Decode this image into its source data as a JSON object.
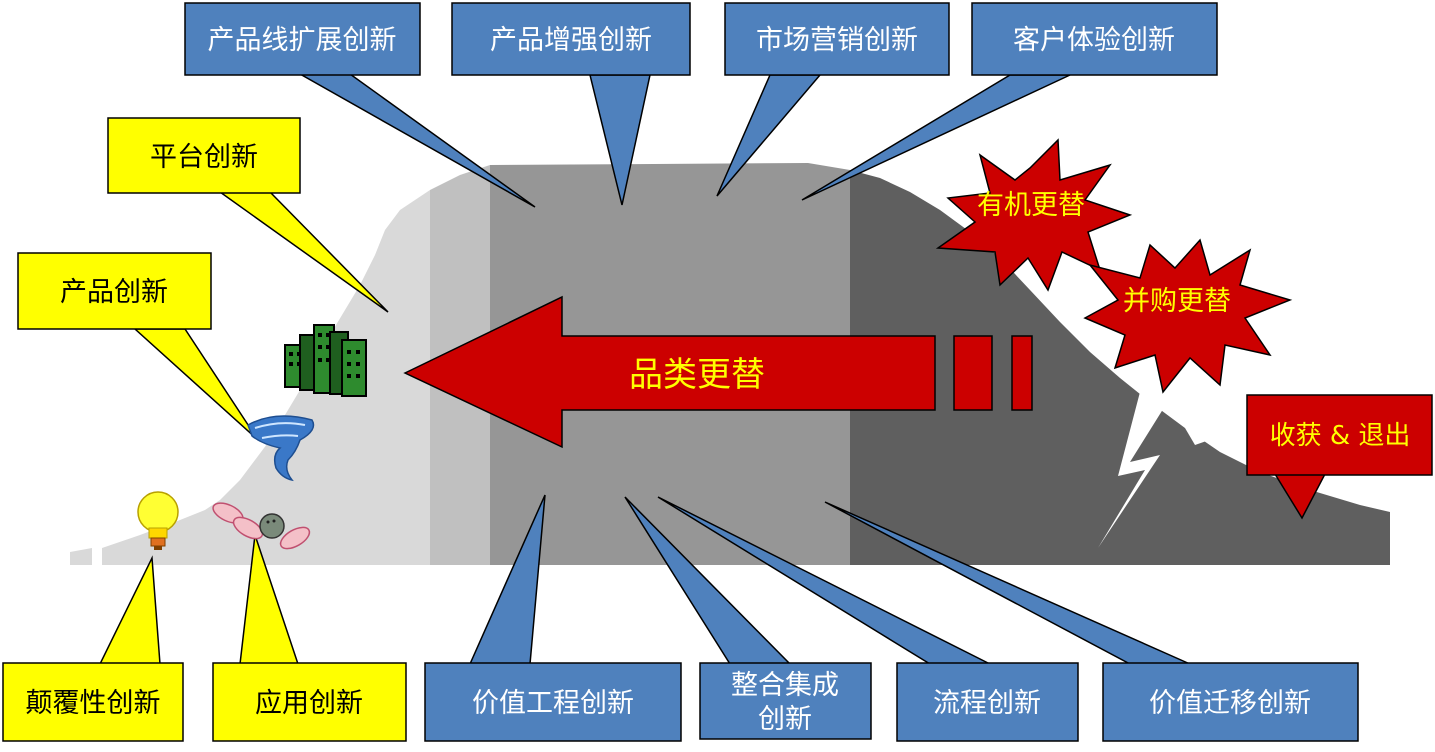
{
  "colors": {
    "blue_box": "#4F81BD",
    "yellow_box": "#FFFF00",
    "red": "#CC0000",
    "light_gray": "#D9D9D9",
    "mid_gray": "#BFBFBF",
    "gray": "#969696",
    "dark_gray": "#5F5F5F",
    "title_text": "#FFFF00"
  },
  "top_callouts": [
    {
      "id": "product-line-extension",
      "text": "产品线扩展创新"
    },
    {
      "id": "product-enhancement",
      "text": "产品增强创新"
    },
    {
      "id": "marketing",
      "text": "市场营销创新"
    },
    {
      "id": "customer-experience",
      "text": "客户体验创新"
    }
  ],
  "left_callouts": [
    {
      "id": "platform",
      "text": "平台创新"
    },
    {
      "id": "product",
      "text": "产品创新"
    }
  ],
  "bottom_left_callouts": [
    {
      "id": "disruptive",
      "text": "颠覆性创新"
    },
    {
      "id": "application",
      "text": "应用创新"
    }
  ],
  "bottom_callouts": [
    {
      "id": "value-engineering",
      "text": "价值工程创新"
    },
    {
      "id": "integration",
      "lines": [
        "整合集成",
        "创新"
      ]
    },
    {
      "id": "process",
      "text": "流程创新"
    },
    {
      "id": "value-migration",
      "text": "价值迁移创新"
    }
  ],
  "arrow": {
    "text": "品类更替"
  },
  "bursts": [
    {
      "id": "organic",
      "text": "有机更替"
    },
    {
      "id": "acquisition",
      "text": "并购更替"
    }
  ],
  "harvest": {
    "text": "收获 & 退出"
  },
  "icons": [
    "buildings-icon",
    "tornado-icon",
    "bulb-icon",
    "bowling-icon"
  ]
}
